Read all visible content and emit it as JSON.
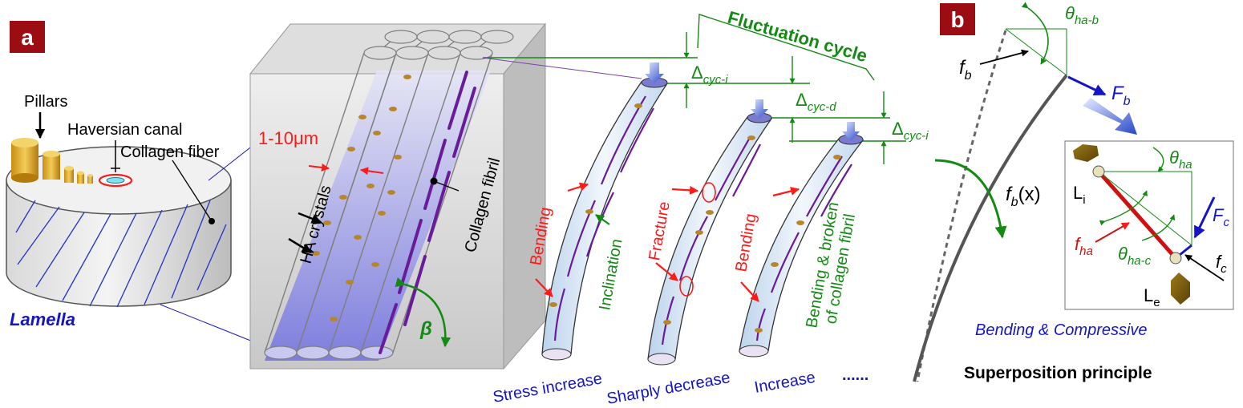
{
  "panel_a": {
    "badge": "a",
    "pillars": "Pillars",
    "haversian": "Haversian canal",
    "collagen_fiber": "Collagen fiber",
    "lamella": "Lamella",
    "size": "1-10μm",
    "ha_crystals": "HA crystals",
    "collagen_fibril": "Collagen fibril",
    "beta": "β",
    "fluctuation": "Fluctuation cycle",
    "delta1": "Δ",
    "delta1_sub": "cyc-i",
    "delta2": "Δ",
    "delta2_sub": "cyc-d",
    "delta3": "Δ",
    "delta3_sub": "cyc-i",
    "bending1": "Bending",
    "inclination": "Inclination",
    "fracture": "Fracture",
    "bending2": "Bending",
    "broken_1": "Bending & broken",
    "broken_2": "of collagen fibril",
    "stress_increase": "Stress increase",
    "sharply_decrease": "Sharply decrease",
    "increase": "Increase",
    "dots": "......"
  },
  "panel_b": {
    "badge": "b",
    "theta_hab": "θ",
    "theta_hab_sub": "ha-b",
    "fb": "f",
    "fb_sub": "b",
    "Fb": "F",
    "Fb_sub": "b",
    "fbx": "f",
    "fbx_sub": "b",
    "fbx_tail": "(x)",
    "theta_ha": "θ",
    "theta_ha_sub": "ha",
    "Li": "L",
    "Li_sub": "i",
    "Fc": "F",
    "Fc_sub": "c",
    "fha": "f",
    "fha_sub": "ha",
    "theta_hac": "θ",
    "theta_hac_sub": "ha-c",
    "fc": "f",
    "fc_sub": "c",
    "Le": "L",
    "Le_sub": "e",
    "bending_compressive": "Bending & Compressive",
    "superposition": "Superposition principle"
  },
  "colors": {
    "badge_bg": "#9b0d12",
    "red": "#ff1a1a",
    "green": "#148a14",
    "blue": "#1414c8",
    "fibril": "#6a1b9a",
    "crystal": "#b8862a"
  }
}
